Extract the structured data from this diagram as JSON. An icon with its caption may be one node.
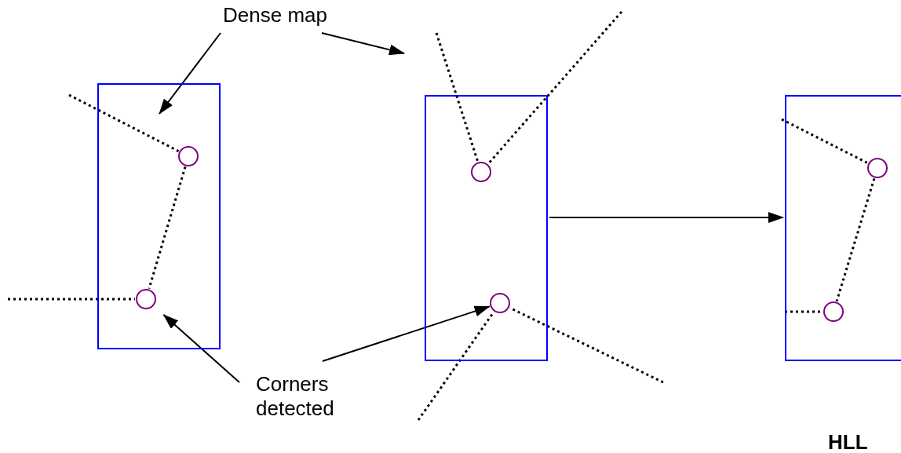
{
  "diagram": {
    "nodes": [
      {
        "text": [
          "Dense map"
        ]
      },
      {
        "text": [],
        "shape": "box"
      },
      {
        "text": [],
        "shape": "circle",
        "in": 1
      },
      {
        "text": [],
        "shape": "circle",
        "in": 1
      },
      {
        "text": [],
        "shape": "box"
      },
      {
        "text": [],
        "shape": "circle",
        "in": 4
      },
      {
        "text": [],
        "shape": "circle",
        "in": 4
      },
      {
        "text": [],
        "shape": "box"
      },
      {
        "text": [],
        "shape": "circle",
        "in": 7
      },
      {
        "text": [],
        "shape": "circle",
        "in": 7
      },
      {
        "text": [
          "Corners detected"
        ]
      }
    ],
    "edges": [
      {
        "from": 0,
        "to": null,
        "arrow": "to"
      },
      {
        "from": 0,
        "to": null,
        "arrow": "to"
      },
      {
        "from": 10,
        "to": 3,
        "arrow": "to"
      },
      {
        "from": 10,
        "to": 6,
        "arrow": "to"
      },
      {
        "from": 4,
        "to": 7,
        "arrow": "to"
      },
      {
        "from": null,
        "to": 2,
        "arrow": "none",
        "style": "dashed"
      },
      {
        "from": 2,
        "to": 3,
        "arrow": "none",
        "style": "dashed"
      },
      {
        "from": null,
        "to": 3,
        "arrow": "none",
        "style": "dashed"
      },
      {
        "from": null,
        "to": 5,
        "arrow": "none",
        "style": "dashed"
      },
      {
        "from": null,
        "to": 5,
        "arrow": "none",
        "style": "dashed"
      },
      {
        "from": null,
        "to": 6,
        "arrow": "none",
        "style": "dashed"
      },
      {
        "from": null,
        "to": 6,
        "arrow": "none",
        "style": "dashed"
      },
      {
        "from": null,
        "to": 8,
        "arrow": "none",
        "style": "dashed"
      },
      {
        "from": 8,
        "to": 9,
        "arrow": "none",
        "style": "dashed"
      },
      {
        "from": null,
        "to": 9,
        "arrow": "none",
        "style": "dashed"
      }
    ],
    "labels": [
      "HLL"
    ]
  }
}
